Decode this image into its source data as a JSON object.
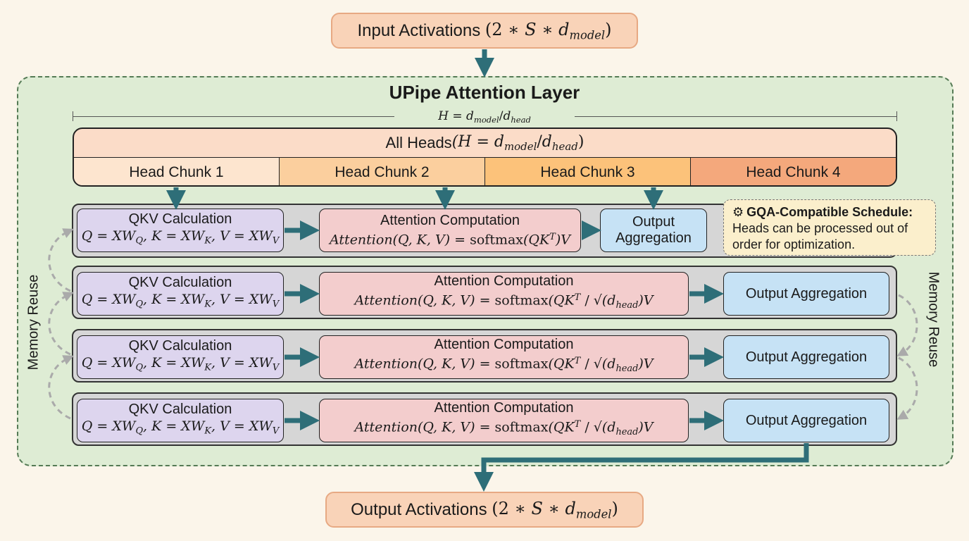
{
  "input": {
    "label": "Input Activations",
    "formula_prefix": "(2 ∗ ",
    "S": "S",
    "mid": " ∗ ",
    "d": "d",
    "sub": "model",
    "close": ")"
  },
  "output": {
    "label": "Output Activations",
    "formula_prefix": "(2 ∗ ",
    "S": "S",
    "mid": " ∗ ",
    "d": "d",
    "sub": "model",
    "close": ")"
  },
  "layer": {
    "title": "UPipe Attention Layer",
    "dimension": {
      "H": "H = ",
      "d1": "d",
      "sub1": "model",
      "slash": "/",
      "d2": "d",
      "sub2": "head"
    }
  },
  "heads": {
    "title": "All Heads",
    "title_formula": {
      "open": " (H = ",
      "d1": "d",
      "sub1": "model",
      "slash": "/",
      "d2": "d",
      "sub2": "head",
      "close": ")"
    },
    "chunks": [
      {
        "label": "Head Chunk 1",
        "color": "#fde5cf"
      },
      {
        "label": "Head Chunk 2",
        "color": "#fbcf9e"
      },
      {
        "label": "Head Chunk 3",
        "color": "#fcc27a"
      },
      {
        "label": "Head Chunk 4",
        "color": "#f4a87c"
      }
    ]
  },
  "rows": [
    {
      "qkv": {
        "title": "QKV Calculation",
        "formula": "Q = XW_Q, K = XW_K, V = XW_V"
      },
      "attention": {
        "title": "Attention Computation",
        "lhs": "Attention(Q, K, V) = ",
        "fn": "softmax",
        "rhs": "(QK^T)V"
      },
      "output": {
        "title": "Output Aggregation"
      }
    },
    {
      "qkv": {
        "title": "QKV Calculation",
        "formula": "Q = XW_Q, K = XW_K, V = XW_V"
      },
      "attention": {
        "title": "Attention Computation",
        "lhs": "Attention(Q, K, V) = ",
        "fn": "softmax",
        "rhs": "(QK^T / √(d_head)V"
      },
      "output": {
        "title": "Output Aggregation"
      }
    },
    {
      "qkv": {
        "title": "QKV Calculation",
        "formula": "Q = XW_Q, K = XW_K, V = XW_V"
      },
      "attention": {
        "title": "Attention Computation",
        "lhs": "Attention(Q, K, V) = ",
        "fn": "softmax",
        "rhs": "(QK^T / √(d_head)V"
      },
      "output": {
        "title": "Output Aggregation"
      }
    },
    {
      "qkv": {
        "title": "QKV Calculation",
        "formula": "Q = XW_Q, K = XW_K, V = XW_V"
      },
      "attention": {
        "title": "Attention Computation",
        "lhs": "Attention(Q, K, V) = ",
        "fn": "softmax",
        "rhs": "(QK^T / √(d_head)V"
      },
      "output": {
        "title": "Output Aggregation"
      }
    }
  ],
  "note": {
    "icon": "gears-icon",
    "title": "GQA-Compatible Schedule:",
    "body": "Heads can be processed out of order for optimization."
  },
  "memory_reuse": {
    "left": "Memory Reuse",
    "right": "Memory Reuse"
  },
  "colors": {
    "arrow": "#2e6e78",
    "io_fill": "#f9d3b8",
    "layer_fill": "#deecd4",
    "qkv_fill": "#ddd5ee",
    "attention_fill": "#f3cdcd",
    "output_fill": "#c6e2f5",
    "note_fill": "#fbefcc"
  }
}
